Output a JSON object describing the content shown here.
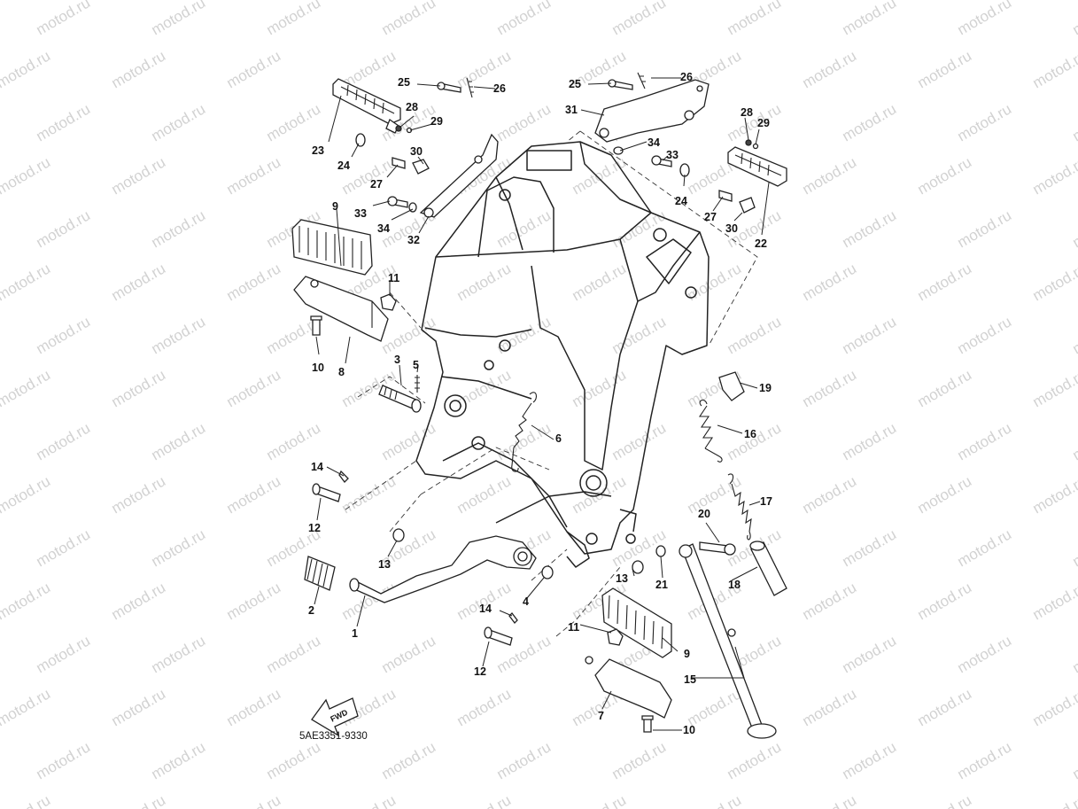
{
  "watermark": "motod.ru",
  "drawing_code": "5AE3351-9330",
  "fwd_label": "FWD",
  "callouts": [
    {
      "id": "c1",
      "text": "1"
    },
    {
      "id": "c2",
      "text": "2"
    },
    {
      "id": "c3",
      "text": "3"
    },
    {
      "id": "c4",
      "text": "4"
    },
    {
      "id": "c5",
      "text": "5"
    },
    {
      "id": "c6",
      "text": "6"
    },
    {
      "id": "c7",
      "text": "7"
    },
    {
      "id": "c8",
      "text": "8"
    },
    {
      "id": "c9a",
      "text": "9"
    },
    {
      "id": "c9b",
      "text": "9"
    },
    {
      "id": "c10a",
      "text": "10"
    },
    {
      "id": "c10b",
      "text": "10"
    },
    {
      "id": "c11a",
      "text": "11"
    },
    {
      "id": "c11b",
      "text": "11"
    },
    {
      "id": "c12a",
      "text": "12"
    },
    {
      "id": "c12b",
      "text": "12"
    },
    {
      "id": "c13a",
      "text": "13"
    },
    {
      "id": "c13b",
      "text": "13"
    },
    {
      "id": "c14a",
      "text": "14"
    },
    {
      "id": "c14b",
      "text": "14"
    },
    {
      "id": "c15",
      "text": "15"
    },
    {
      "id": "c16",
      "text": "16"
    },
    {
      "id": "c17",
      "text": "17"
    },
    {
      "id": "c18",
      "text": "18"
    },
    {
      "id": "c19",
      "text": "19"
    },
    {
      "id": "c20",
      "text": "20"
    },
    {
      "id": "c21",
      "text": "21"
    },
    {
      "id": "c22",
      "text": "22"
    },
    {
      "id": "c23",
      "text": "23"
    },
    {
      "id": "c24a",
      "text": "24"
    },
    {
      "id": "c24b",
      "text": "24"
    },
    {
      "id": "c25a",
      "text": "25"
    },
    {
      "id": "c25b",
      "text": "25"
    },
    {
      "id": "c26a",
      "text": "26"
    },
    {
      "id": "c26b",
      "text": "26"
    },
    {
      "id": "c27a",
      "text": "27"
    },
    {
      "id": "c27b",
      "text": "27"
    },
    {
      "id": "c28a",
      "text": "28"
    },
    {
      "id": "c28b",
      "text": "28"
    },
    {
      "id": "c29a",
      "text": "29"
    },
    {
      "id": "c29b",
      "text": "29"
    },
    {
      "id": "c30a",
      "text": "30"
    },
    {
      "id": "c30b",
      "text": "30"
    },
    {
      "id": "c31",
      "text": "31"
    },
    {
      "id": "c32",
      "text": "32"
    },
    {
      "id": "c33a",
      "text": "33"
    },
    {
      "id": "c33b",
      "text": "33"
    },
    {
      "id": "c34a",
      "text": "34"
    },
    {
      "id": "c34b",
      "text": "34"
    }
  ]
}
